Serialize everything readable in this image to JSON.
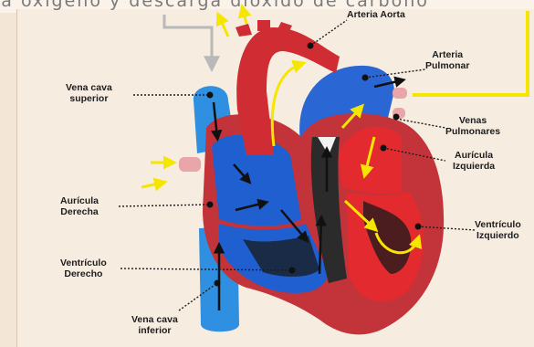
{
  "header": {
    "cut_text": "ja oxígeno y descarga dióxido de carbono"
  },
  "labels": {
    "arteria_aorta": "Arteria Aorta",
    "arteria_pulmonar_1": "Arteria",
    "arteria_pulmonar_2": "Pulmonar",
    "venas_pulmonares_1": "Venas",
    "venas_pulmonares_2": "Pulmonares",
    "auricula_izq_1": "Aurícula",
    "auricula_izq_2": "Izquierda",
    "ventriculo_izq_1": "Ventrículo",
    "ventriculo_izq_2": "Izquierdo",
    "vena_cava_sup_1": "Vena cava",
    "vena_cava_sup_2": "superior",
    "auricula_der_1": "Aurícula",
    "auricula_der_2": "Derecha",
    "ventriculo_der_1": "Ventrículo",
    "ventriculo_der_2": "Derecho",
    "vena_cava_inf_1": "Vena cava",
    "vena_cava_inf_2": "inferior"
  },
  "colors": {
    "oxygenated": "#d8262b",
    "deoxygenated": "#1f5fd0",
    "vena_cava": "#2f8fe0",
    "flow_arrow": "#f5e600",
    "background": "#f7ece0"
  }
}
